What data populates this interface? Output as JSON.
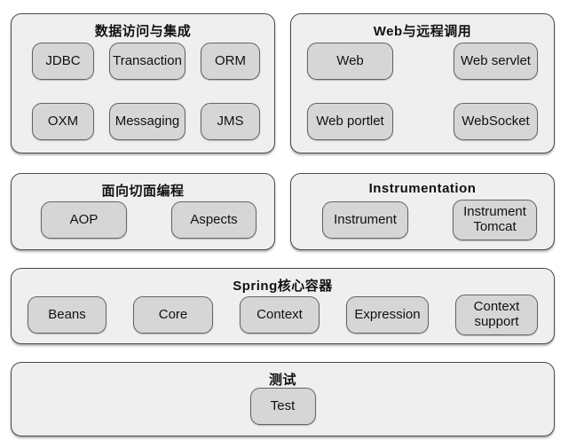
{
  "colors": {
    "background": "#ffffff",
    "panel_bg": "#efefef",
    "module_bg": "#d6d6d6",
    "panel_border": "#4a4a4a",
    "module_border": "#636363",
    "text": "#111111"
  },
  "panels": [
    {
      "title": "数据访问与集成",
      "modules": [
        "JDBC",
        "Transaction",
        "ORM",
        "OXM",
        "Messaging",
        "JMS"
      ]
    },
    {
      "title": "Web与远程调用",
      "modules": [
        "Web",
        "Web servlet",
        "Web portlet",
        "WebSocket"
      ]
    },
    {
      "title": "面向切面编程",
      "modules": [
        "AOP",
        "Aspects"
      ]
    },
    {
      "title": "Instrumentation",
      "modules": [
        "Instrument",
        "Instrument Tomcat"
      ]
    },
    {
      "title": "Spring核心容器",
      "modules": [
        "Beans",
        "Core",
        "Context",
        "Expression",
        "Context support"
      ]
    },
    {
      "title": "测试",
      "modules": [
        "Test"
      ]
    }
  ]
}
